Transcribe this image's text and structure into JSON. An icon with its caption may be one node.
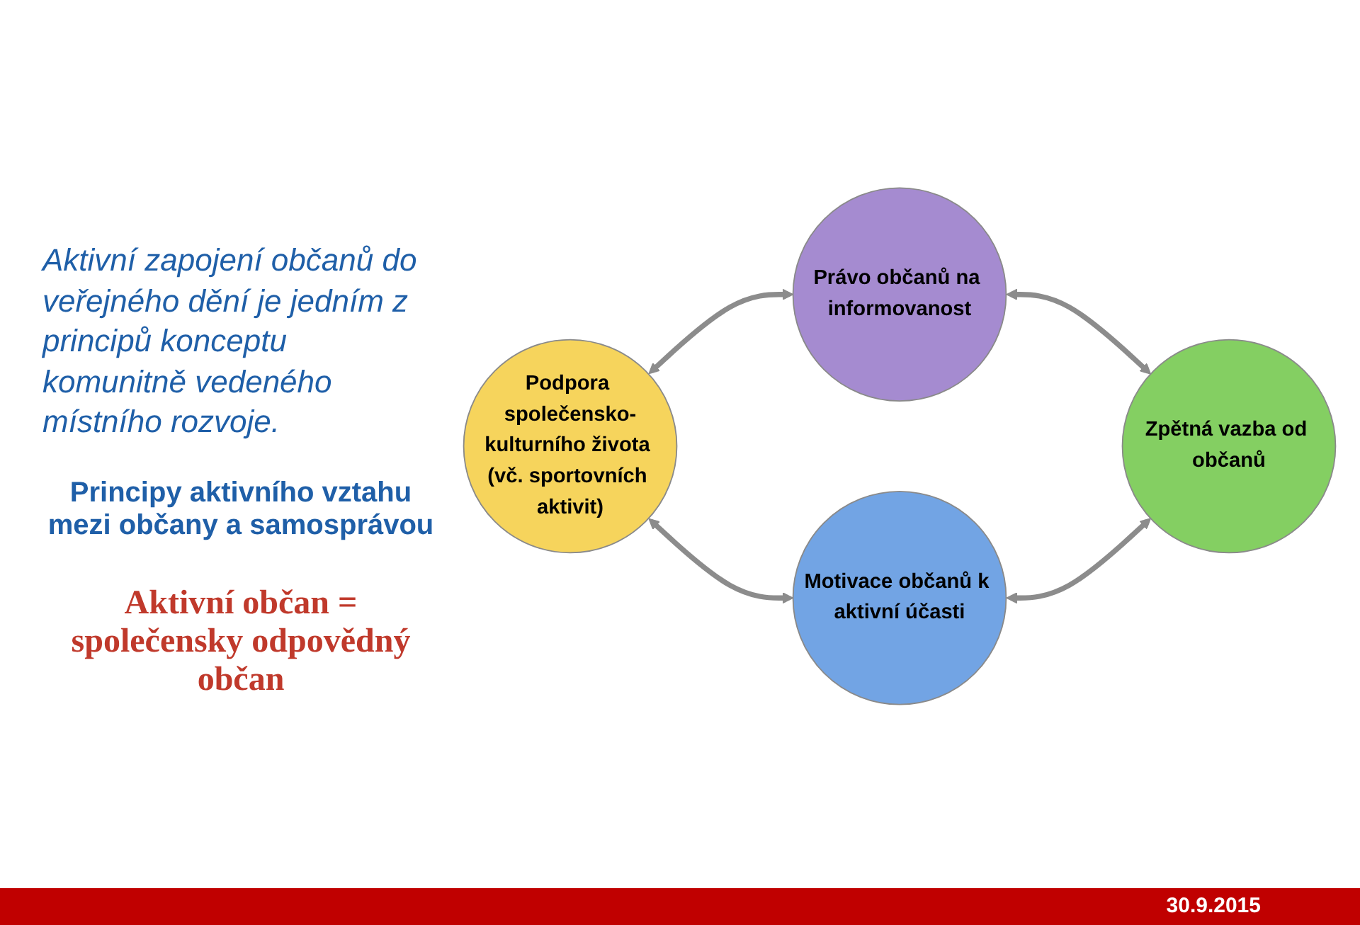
{
  "diagram": {
    "nodes": [
      {
        "text": [
          "Právo občanů na informovanost"
        ]
      },
      {
        "text": [
          "Podpora společensko-kulturního života (vč. sportovních aktivit)"
        ]
      },
      {
        "text": [
          "Zpětná vazba od občanů"
        ]
      },
      {
        "text": [
          "Motivace občanů k aktivní účasti"
        ]
      }
    ],
    "edges": [
      {
        "from": 1,
        "to": 0,
        "arrow": "both"
      },
      {
        "from": 0,
        "to": 2,
        "arrow": "both"
      },
      {
        "from": 3,
        "to": 2,
        "arrow": "both"
      },
      {
        "from": 1,
        "to": 3,
        "arrow": "both"
      }
    ],
    "labels": [
      "Aktivní zapojení občanů do veřejného dění je jedním z principů konceptu komunitně vedeného místního rozvoje.",
      "Principy aktivního vztahu mezi občany a samosprávou",
      "Aktivní občan = společensky odpovědný občan",
      "30.9.2015"
    ]
  }
}
